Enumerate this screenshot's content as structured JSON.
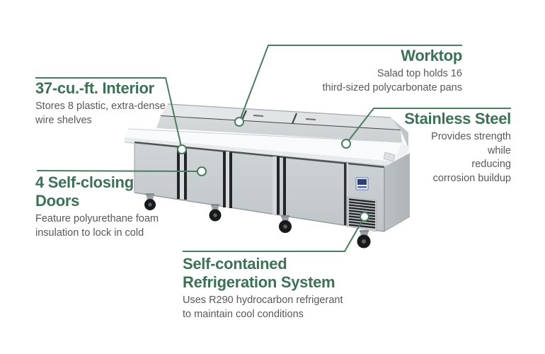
{
  "page": {
    "background": "#ffffff"
  },
  "colors": {
    "heading_green": "#3D7157",
    "line_green": "#4C7B61",
    "body_gray": "#57585A",
    "logo_blue": "#2C3F7A",
    "steel_light": "#CDD2D4",
    "steel_side": "#B6BBBE",
    "worktop_white": "#F8FAFB"
  },
  "callouts": {
    "worktop": {
      "title": "Worktop",
      "desc_lines": [
        "Salad top holds 16",
        "third-sized polycarbonate pans"
      ]
    },
    "interior": {
      "title": "37-cu.-ft. Interior",
      "desc_lines": [
        "Stores 8 plastic, extra-dense",
        "wire shelves"
      ]
    },
    "stainless": {
      "title": "Stainless Steel",
      "desc_lines": [
        "Provides strength",
        "while",
        "reducing",
        "corrosion buildup"
      ]
    },
    "doors": {
      "title_lines": [
        "4 Self-closing",
        "Doors"
      ],
      "desc_lines": [
        "Feature polyurethane foam",
        "insulation to lock in cold"
      ]
    },
    "refrigeration": {
      "title_lines": [
        "Self-contained",
        "Refrigeration System"
      ],
      "desc_lines": [
        "Uses R290 hydrocarbon refrigerant",
        "to maintain cool conditions"
      ]
    }
  }
}
